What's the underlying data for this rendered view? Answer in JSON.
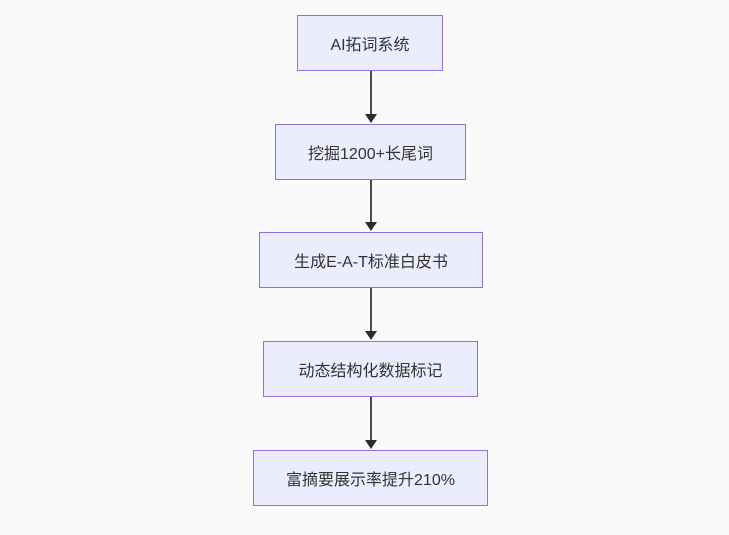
{
  "flowchart": {
    "type": "flowchart",
    "direction": "top-down",
    "nodes": [
      "AI拓词系统",
      "挖掘1200+长尾词",
      "生成E-A-T标准白皮书",
      "动态结构化数据标记",
      "富摘要展示率提升210%"
    ],
    "edges": [
      {
        "from": 0,
        "to": 1
      },
      {
        "from": 1,
        "to": 2
      },
      {
        "from": 2,
        "to": 3
      },
      {
        "from": 3,
        "to": 4
      }
    ],
    "colors": {
      "background": "#fafafa",
      "node_fill": "#ECECFF",
      "node_border": "#9370DB",
      "node_text": "#333333",
      "arrow_line": "#4d4d4d",
      "arrow_head": "#2b2b2b"
    }
  }
}
